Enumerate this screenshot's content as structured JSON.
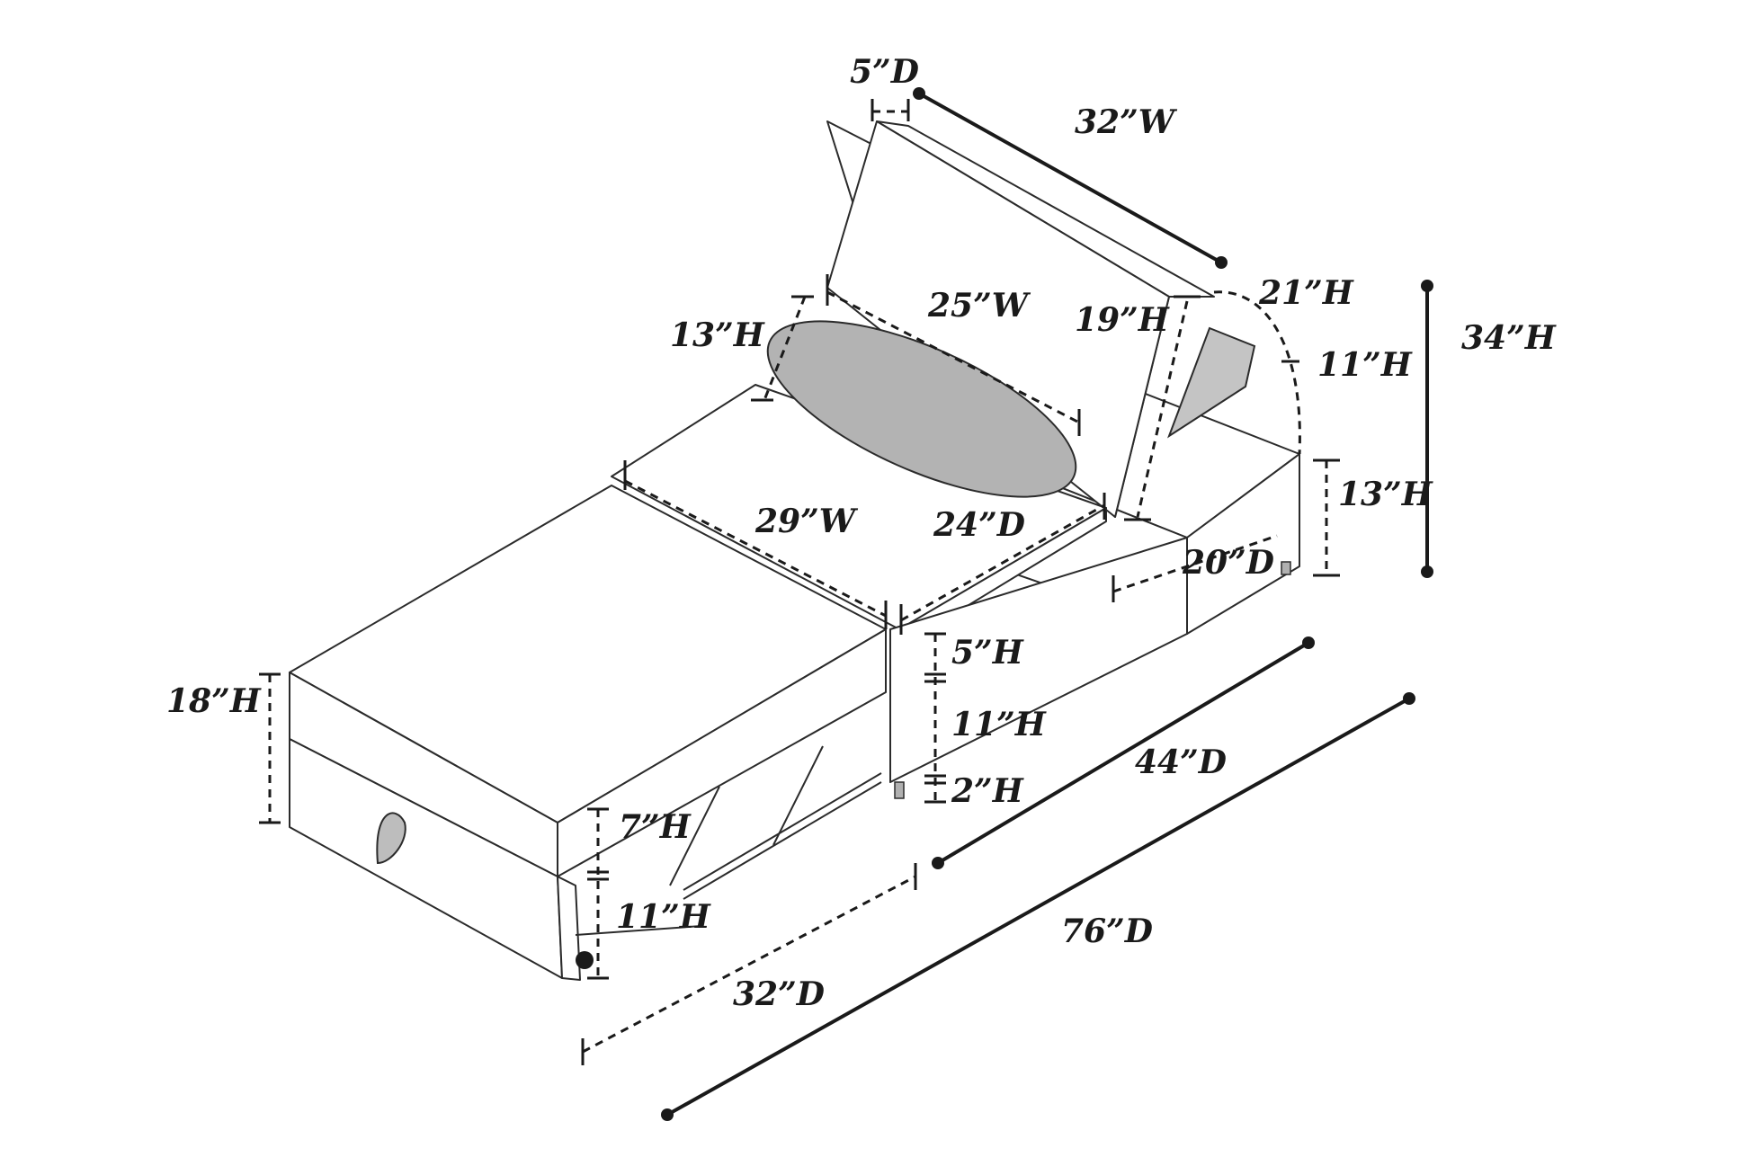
{
  "colors": {
    "line": "#2b2b2b",
    "pillow": "#b3b3b3",
    "side_panel": "#c4c4c4",
    "background": "#ffffff"
  },
  "dimensions": {
    "back_depth": "5”D",
    "back_width": "32”W",
    "back_height": "21”H",
    "total_height": "34”H",
    "arm_height_upper": "11”H",
    "pillow_height": "13”H",
    "pillow_width": "25”W",
    "inner_back_height": "19”H",
    "seat_width": "29”W",
    "seat_depth": "24”D",
    "base_height": "13”H",
    "arm_depth": "20”D",
    "ottoman_height": "18”H",
    "cushion_height": "5”H",
    "frame_height": "11”H",
    "leg_height": "2”H",
    "chair_depth": "44”D",
    "pullout_height": "7”H",
    "pullout_lower_height": "11”H",
    "total_depth": "76”D",
    "pullout_depth": "32”D"
  }
}
